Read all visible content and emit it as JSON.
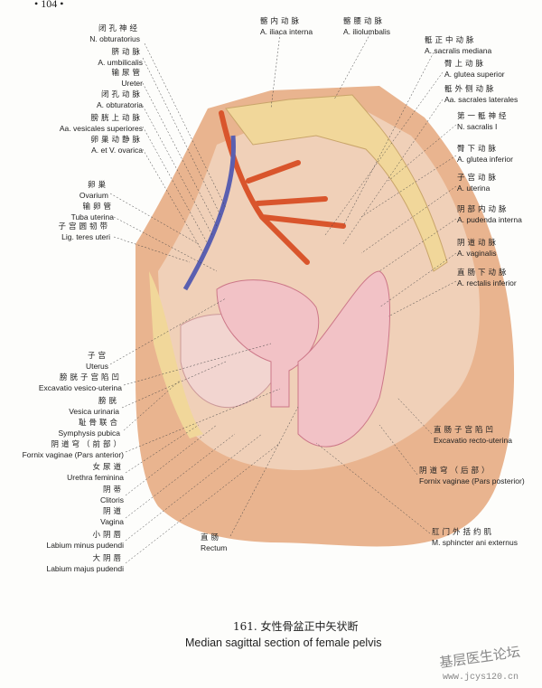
{
  "page_number": "• 104 •",
  "caption": {
    "zh": "161. 女性骨盆正中矢状断",
    "en": "Median sagittal section of female  pelvis"
  },
  "watermark": {
    "zh": "基层医生论坛",
    "url": "www.jcys120.cn"
  },
  "labels_left": [
    {
      "zh": "闭孔神经",
      "la": "N. obturatorius"
    },
    {
      "zh": "脐动脉",
      "la": "A. umbilicalis"
    },
    {
      "zh": "输尿管",
      "la": "Ureter"
    },
    {
      "zh": "闭孔动脉",
      "la": "A. obturatoria"
    },
    {
      "zh": "膀胱上动脉",
      "la": "Aa. vesicales superiores"
    },
    {
      "zh": "卵巢动静脉",
      "la": "A. et V. ovarica"
    },
    {
      "zh": "卵巢",
      "la": "Ovarium"
    },
    {
      "zh": "输卵管",
      "la": "Tuba uterina"
    },
    {
      "zh": "子宫圆韧带",
      "la": "Lig. teres uteri"
    },
    {
      "zh": "子宫",
      "la": "Uterus"
    },
    {
      "zh": "膀胱子宫陷凹",
      "la": "Excavatio vesico-uterina"
    },
    {
      "zh": "膀胱",
      "la": "Vesica urinaria"
    },
    {
      "zh": "耻骨联合",
      "la": "Symphysis pubica"
    },
    {
      "zh": "阴道穹（前部）",
      "la": "Fornix vaginae (Pars anterior)"
    },
    {
      "zh": "女尿道",
      "la": "Urethra feminina"
    },
    {
      "zh": "阴蒂",
      "la": "Clitoris"
    },
    {
      "zh": "阴道",
      "la": "Vagina"
    },
    {
      "zh": "小阴唇",
      "la": "Labium minus pudendi"
    },
    {
      "zh": "大阴唇",
      "la": "Labium majus pudendi"
    }
  ],
  "labels_top": [
    {
      "zh": "髂内动脉",
      "la": "A. iliaca interna"
    },
    {
      "zh": "髂腰动脉",
      "la": "A. iliolumbalis"
    }
  ],
  "labels_right": [
    {
      "zh": "骶正中动脉",
      "la": "A. sacralis mediana"
    },
    {
      "zh": "臀上动脉",
      "la": "A. glutea superior"
    },
    {
      "zh": "骶外侧动脉",
      "la": "Aa. sacrales laterales"
    },
    {
      "zh": "第一骶神经",
      "la": "N. sacralis I"
    },
    {
      "zh": "臀下动脉",
      "la": "A. glutea inferior"
    },
    {
      "zh": "子宫动脉",
      "la": "A. uterina"
    },
    {
      "zh": "阴部内动脉",
      "la": "A. pudenda interna"
    },
    {
      "zh": "阴道动脉",
      "la": "A. vaginalis"
    },
    {
      "zh": "直肠下动脉",
      "la": "A. rectalis inferior"
    },
    {
      "zh": "直肠子宫陷凹",
      "la": "Excavatio recto-uterina"
    },
    {
      "zh": "阴道穹（后部）",
      "la": "Fornix vaginae (Pars posterior)"
    },
    {
      "zh": "肛门外括约肌",
      "la": "M. sphincter ani externus"
    }
  ],
  "label_bottom": {
    "zh": "直肠",
    "la": "Rectum"
  },
  "colors": {
    "skin": "#e9b48f",
    "bone": "#f1d79a",
    "artery": "#d9552c",
    "vein": "#5a5fb0",
    "organ": "#f2c2c6"
  }
}
